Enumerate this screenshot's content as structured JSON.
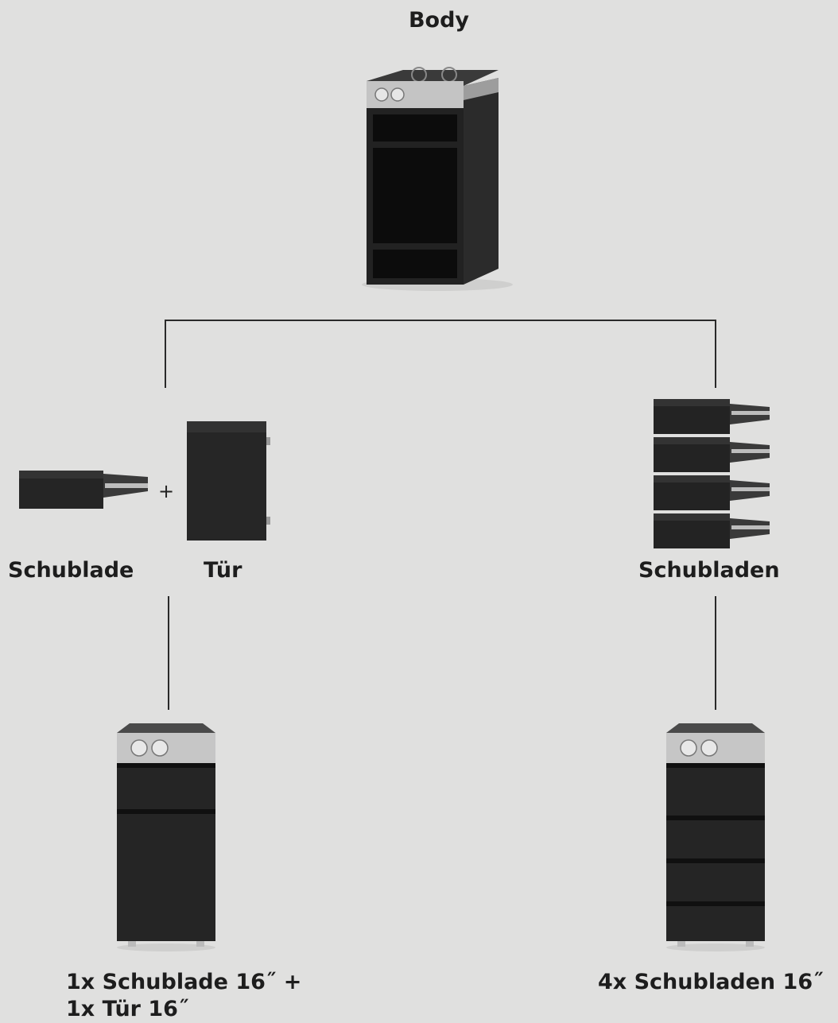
{
  "labels": {
    "body": "Body",
    "schublade": "Schublade",
    "tuer": "Tür",
    "schubladen": "Schubladen",
    "plus": "+"
  },
  "captions": {
    "left_line1": "1x Schublade 16˝ +",
    "left_line2": "1x Tür 16˝",
    "right": "4x Schubladen 16˝"
  },
  "colors": {
    "background": "#e0e0df",
    "cabinet": "#232323",
    "steel": "#bdbdbd",
    "line": "#2a2a2a"
  }
}
